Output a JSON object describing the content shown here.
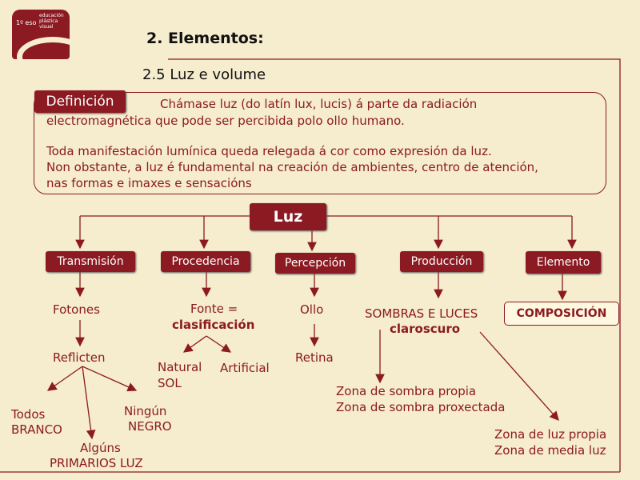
{
  "logo": {
    "grade": "1º eso",
    "subject": "educación plástica visual"
  },
  "header": {
    "title": "2. Elementos:",
    "subtitle": "2.5 Luz e volume"
  },
  "definition": {
    "label": "Definición",
    "line1": "Chámase luz (do latín lux, lucis) á parte da radiación",
    "line2": "electromagnética que pode ser percibida polo ollo humano.",
    "line3": "Toda manifestación lumínica queda relegada á cor como expresión da luz.",
    "line4": "Non obstante, a luz é fundamental na creación de ambientes, centro de atención,",
    "line5": "nas formas e imaxes e sensacións"
  },
  "root": "Luz",
  "categories": [
    "Transmisión",
    "Procedencia",
    "Percepción",
    "Producción",
    "Elemento"
  ],
  "transmision": {
    "a": "Fotones",
    "b": "Reflicten",
    "c1": "Todos",
    "c2": "BRANCO",
    "d1": "Algúns",
    "d2": "PRIMARIOS LUZ",
    "e1": "Ningún",
    "e2": "NEGRO"
  },
  "procedencia": {
    "a1": "Fonte =",
    "a2": "clasificación",
    "b1": "Natural",
    "b2": "SOL",
    "c": "Artificial"
  },
  "percepcion": {
    "a": "Ollo",
    "b": "Retina"
  },
  "produccion": {
    "a1": "SOMBRAS E LUCES",
    "a2": "claroscuro",
    "b1": "Zona de sombra propia",
    "b2": "Zona de sombra proxectada",
    "c1": "Zona de luz propia",
    "c2": "Zona de media luz"
  },
  "elemento": {
    "a": "COMPOSICIÓN"
  }
}
